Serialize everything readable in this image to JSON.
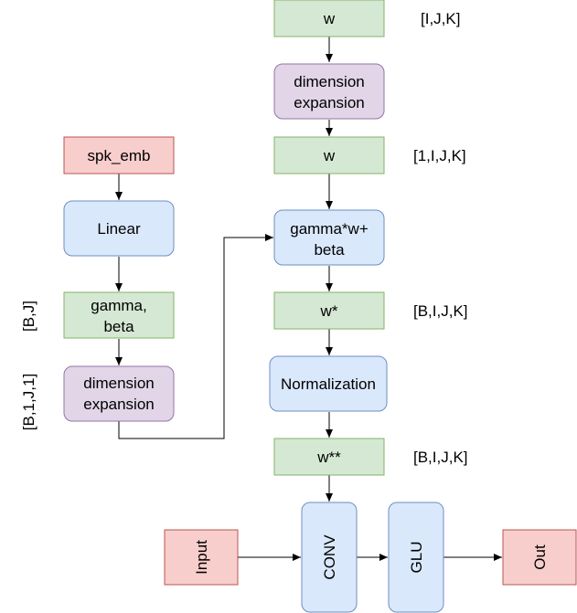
{
  "nodes": {
    "w_top": {
      "label": "w",
      "fill": "#d5e8d4",
      "stroke": "#82b366"
    },
    "dim_exp_1_a": {
      "label": "dimension",
      "fill": "#e1d5e7",
      "stroke": "#9673a6"
    },
    "dim_exp_1_b": {
      "label": "expansion"
    },
    "w_mid": {
      "label": "w",
      "fill": "#d5e8d4",
      "stroke": "#82b366"
    },
    "spk_emb": {
      "label": "spk_emb",
      "fill": "#f8cecc",
      "stroke": "#b85450"
    },
    "linear": {
      "label": "Linear",
      "fill": "#dae8fc",
      "stroke": "#6c8ebf"
    },
    "gamma_w_beta_a": {
      "label": "gamma*w+"
    },
    "gamma_w_beta_b": {
      "label": "beta"
    },
    "gamma_beta_a": {
      "label": "gamma,"
    },
    "gamma_beta_b": {
      "label": "beta"
    },
    "w_star": {
      "label": "w*"
    },
    "dim_exp_2_a": {
      "label": "dimension"
    },
    "dim_exp_2_b": {
      "label": "expansion"
    },
    "normalization": {
      "label": "Normalization"
    },
    "w_star2": {
      "label": "w**"
    },
    "input": {
      "label": "Input"
    },
    "conv": {
      "label": "CONV"
    },
    "glu": {
      "label": "GLU"
    },
    "out": {
      "label": "Out"
    }
  },
  "annotations": {
    "shape_w_top": "[I,J,K]",
    "shape_w_mid": "[1,I,J,K]",
    "shape_w_star": "[B,I,J,K]",
    "shape_w_star2": "[B,I,J,K]",
    "shape_gamma_beta": "[B,J]",
    "shape_dim_exp_2": "[B,1,J,1]"
  },
  "colors": {
    "green_fill": "#d5e8d4",
    "green_stroke": "#82b366",
    "purple_fill": "#e1d5e7",
    "purple_stroke": "#9673a6",
    "red_fill": "#f8cecc",
    "red_stroke": "#b85450",
    "blue_fill": "#dae8fc",
    "blue_stroke": "#6c8ebf",
    "edge": "#000000"
  }
}
